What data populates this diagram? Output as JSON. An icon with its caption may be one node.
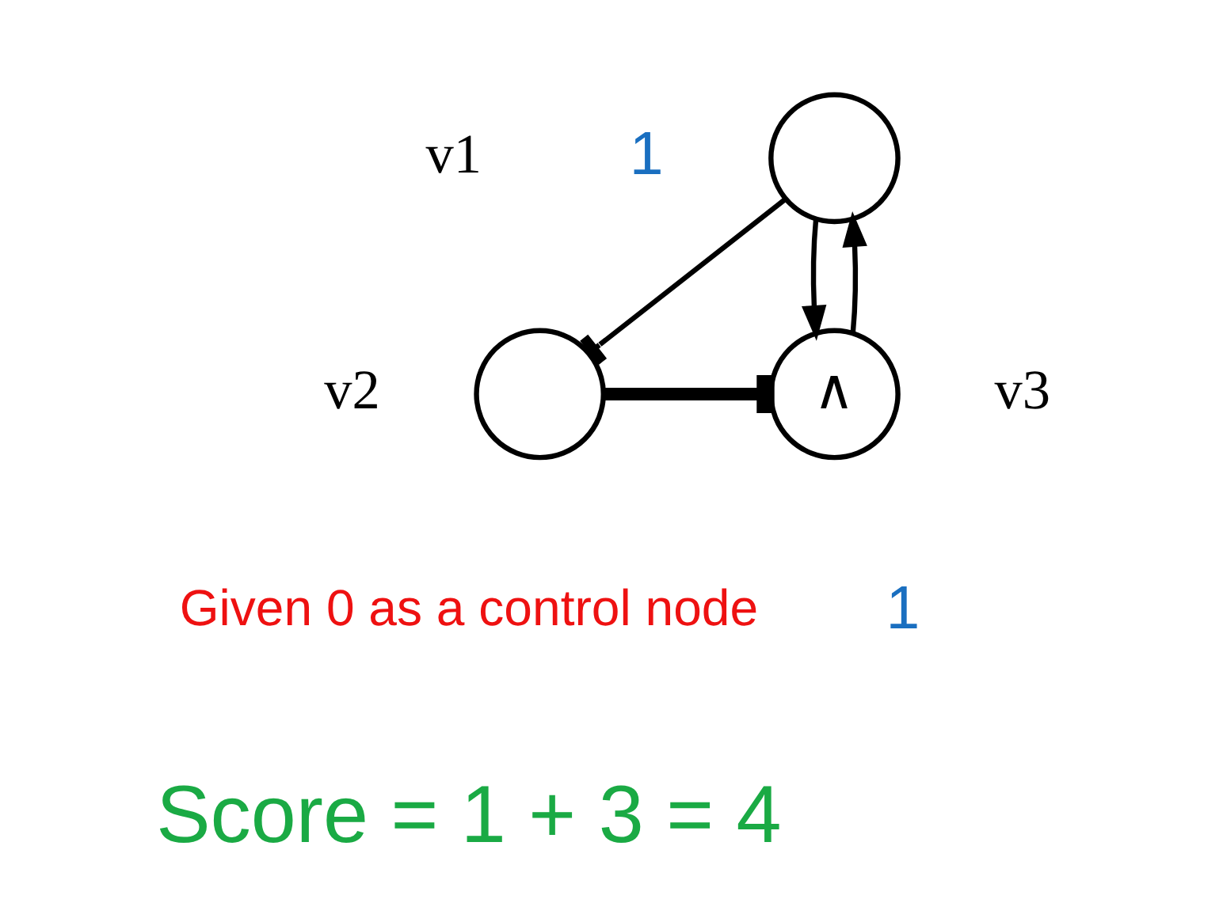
{
  "diagram": {
    "nodes": [
      {
        "text": [],
        "shape": "circle",
        "beside": [
          "v1",
          "1"
        ]
      },
      {
        "text": [],
        "shape": "circle",
        "beside": [
          "v2",
          "Given 0 as a control node"
        ]
      },
      {
        "text": [
          "∧"
        ],
        "beside": [
          "v3",
          "1"
        ]
      }
    ],
    "edges": [
      {
        "from": 0,
        "to": 1,
        "arrow": "other"
      },
      {
        "from": 1,
        "to": 2,
        "arrow": "other",
        "style": "thick"
      },
      {
        "from": 0,
        "to": 2,
        "arrow": "to"
      },
      {
        "from": 2,
        "to": 0,
        "arrow": "to"
      }
    ],
    "labels": [
      "Score = 1 + 3 = 4"
    ]
  }
}
